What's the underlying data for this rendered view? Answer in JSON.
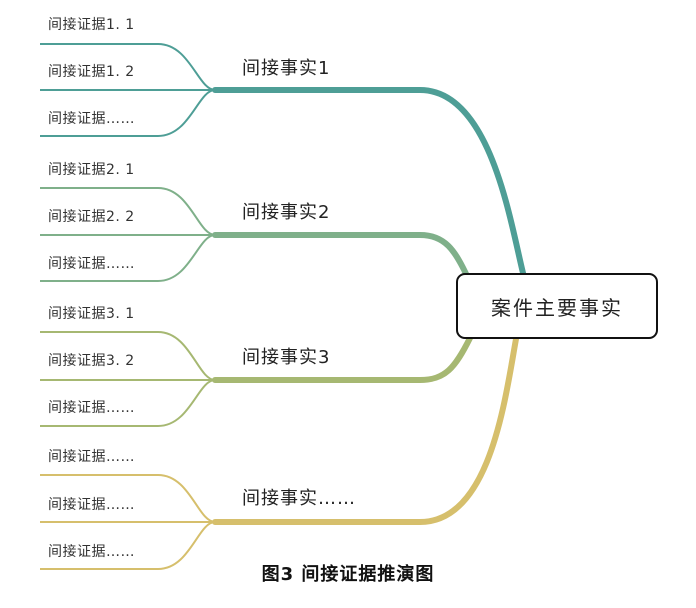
{
  "root": {
    "label": "案件主要事实"
  },
  "colors": [
    "#4e9e96",
    "#7fb08a",
    "#a6b872",
    "#d6bf6c"
  ],
  "groups": [
    {
      "label": "间接事实1",
      "leaves": [
        "间接证据1. 1",
        "间接证据1. 2",
        "间接证据……"
      ]
    },
    {
      "label": "间接事实2",
      "leaves": [
        "间接证据2. 1",
        "间接证据2. 2",
        "间接证据……"
      ]
    },
    {
      "label": "间接事实3",
      "leaves": [
        "间接证据3. 1",
        "间接证据3. 2",
        "间接证据……"
      ]
    },
    {
      "label": "间接事实……",
      "leaves": [
        "间接证据……",
        "间接证据……",
        "间接证据……"
      ]
    }
  ],
  "caption": "图3  间接证据推演图"
}
